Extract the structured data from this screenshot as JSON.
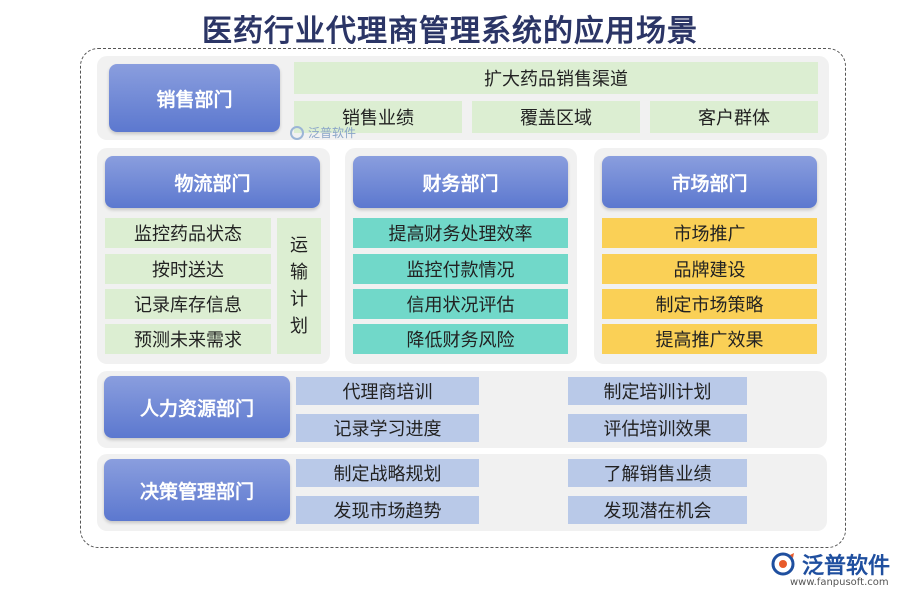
{
  "title": "医药行业代理商管理系统的应用场景",
  "sales": {
    "dept": "销售部门",
    "top_item": "扩大药品销售渠道",
    "items": [
      "销售业绩",
      "覆盖区域",
      "客户群体"
    ]
  },
  "logistics": {
    "dept": "物流部门",
    "items": [
      "监控药品状态",
      "按时送达",
      "记录库存信息",
      "预测未来需求"
    ],
    "side_chars": [
      "运",
      "输",
      "计",
      "划"
    ]
  },
  "finance": {
    "dept": "财务部门",
    "items": [
      "提高财务处理效率",
      "监控付款情况",
      "信用状况评估",
      "降低财务风险"
    ]
  },
  "market": {
    "dept": "市场部门",
    "items": [
      "市场推广",
      "品牌建设",
      "制定市场策略",
      "提高推广效果"
    ]
  },
  "hr": {
    "dept": "人力资源部门",
    "items": [
      "代理商培训",
      "制定培训计划",
      "记录学习进度",
      "评估培训效果"
    ]
  },
  "decision": {
    "dept": "决策管理部门",
    "items": [
      "制定战略规划",
      "了解销售业绩",
      "发现市场趋势",
      "发现潜在机会"
    ]
  },
  "watermark": "泛普软件",
  "brand": {
    "name": "泛普软件",
    "url": "www.fanpusoft.com"
  },
  "colors": {
    "dept": "#6f86d6",
    "green": "#dceed2",
    "teal": "#71d8c9",
    "yellow": "#fad056",
    "blue": "#b9c9e8"
  }
}
